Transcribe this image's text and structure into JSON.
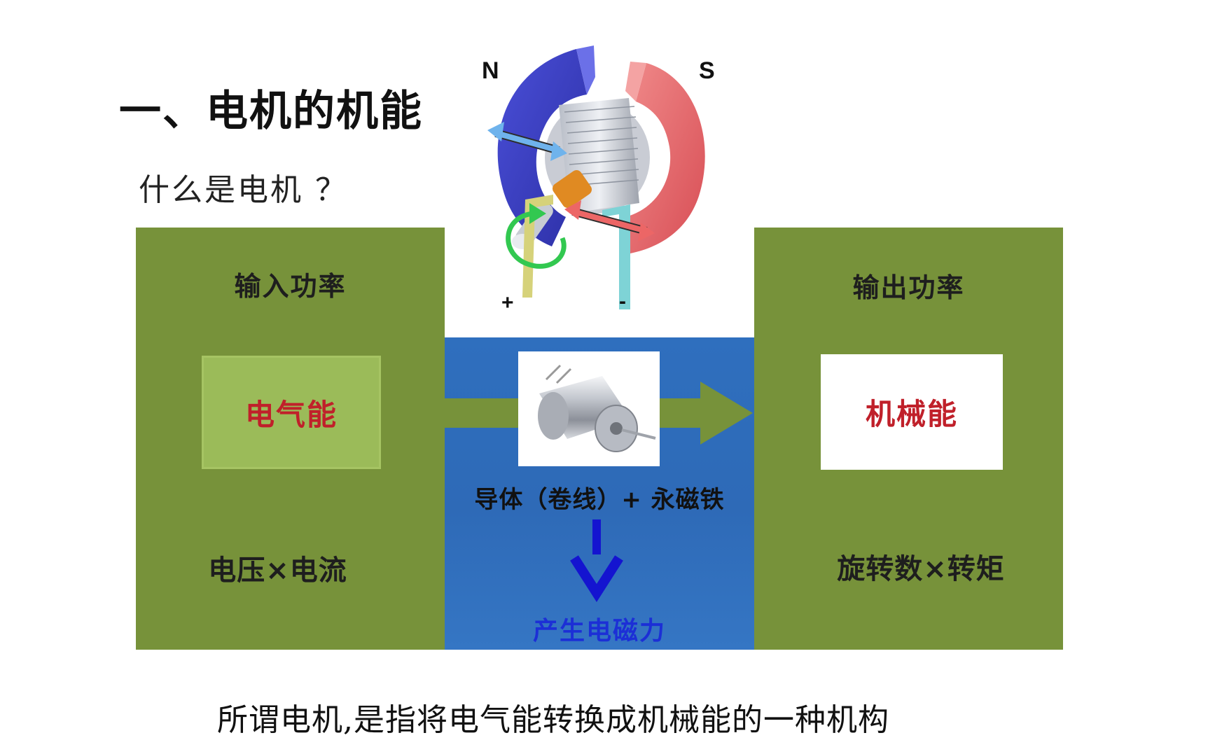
{
  "heading": "一、电机的机能",
  "subheading": "什么是电机 ？",
  "input_panel": {
    "title": "输入功率",
    "energy": "电气能",
    "formula": "电压×电流"
  },
  "output_panel": {
    "title": "输出功率",
    "energy": "机械能",
    "formula": "旋转数×转矩"
  },
  "middle_panel": {
    "components": "导体（卷线）+ 永磁铁",
    "result": "产生电磁力"
  },
  "motor_diagram": {
    "north_label": "N",
    "south_label": "S",
    "plus_label": "+",
    "minus_label": "-"
  },
  "caption": "所谓电机,是指将电气能转换成机械能的一种机构",
  "colors": {
    "green_panel": "#77923a",
    "light_green_box": "#9bbb59",
    "blue_panel": "#2f6fbe",
    "energy_text_red": "#c0202a",
    "force_text_blue": "#1c2fd6"
  }
}
